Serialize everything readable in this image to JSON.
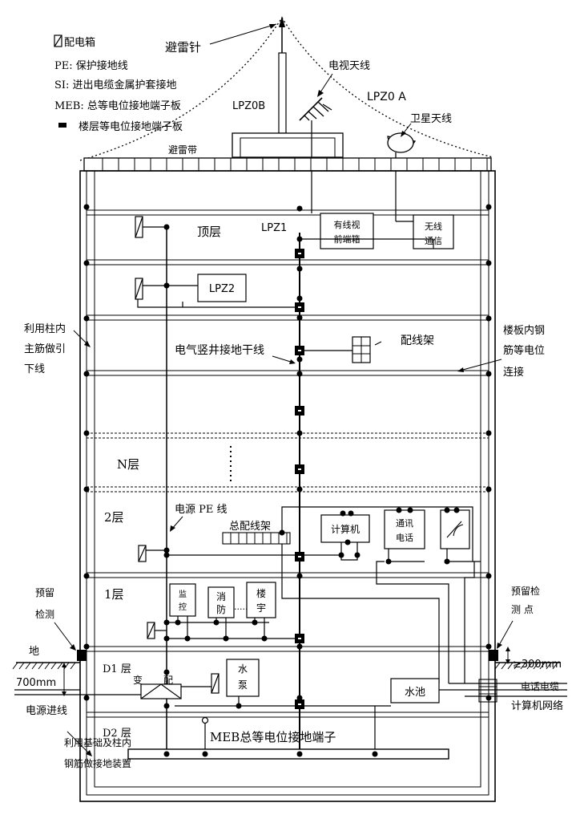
{
  "legend": {
    "distribution_box": "配电箱",
    "pe": "PE: 保护接地线",
    "si": "SI: 进出电缆金属护套接地",
    "meb": "MEB: 总等电位接地端子板",
    "floor_bar": "楼层等电位接地端子板"
  },
  "labels": {
    "lightning_rod": "避雷针",
    "tv_antenna": "电视天线",
    "lpz0b": "LPZ0B",
    "lpz0a": "LPZ0 A",
    "satellite_antenna": "卫星天线",
    "lightning_belt": "避雷带",
    "top_floor": "顶层",
    "lpz1": "LPZ1",
    "cable_tv_box": [
      "有线视",
      "前端箱"
    ],
    "wireless": [
      "无线",
      "通信"
    ],
    "lpz2": "LPZ2",
    "column_downconductor": [
      "利用柱内",
      "主筋做引",
      "下线"
    ],
    "riser_ground": "电气竖井接地干线",
    "patch_frame": "配线架",
    "slab_bond": [
      "楼板内钢",
      "筋等电位",
      "连接"
    ],
    "n_floor": "N层",
    "floor2": "2层",
    "power_pe_line": "电源 PE 线",
    "main_distribution_frame": "总配线架",
    "computer": "计算机",
    "comm_phone": [
      "通讯",
      "电话"
    ],
    "floor1": "1层",
    "monitor": [
      "监",
      "控"
    ],
    "fire": [
      "消",
      "防"
    ],
    "building": [
      "楼",
      "宇"
    ],
    "dots": "......",
    "test_point_left": [
      "预留",
      "检测"
    ],
    "ground_left": "地",
    "test_point_right": [
      "预留检",
      "测  点"
    ],
    "depth_300": "≥300mm",
    "d1_floor": "D1 层",
    "transformer": "变",
    "dist": "配",
    "pump": [
      "水",
      "泵"
    ],
    "tank": "水池",
    "power_cable_right": "电话电缆",
    "depth_700": "700mm",
    "power_in": "电源进线",
    "computer_network": "计算机网络",
    "d2_floor": "D2 层",
    "meb_terminal": "MEB总等电位接地端子",
    "foundation_ground": [
      "利用基础及柱内",
      "钢筋做接地装置"
    ]
  }
}
